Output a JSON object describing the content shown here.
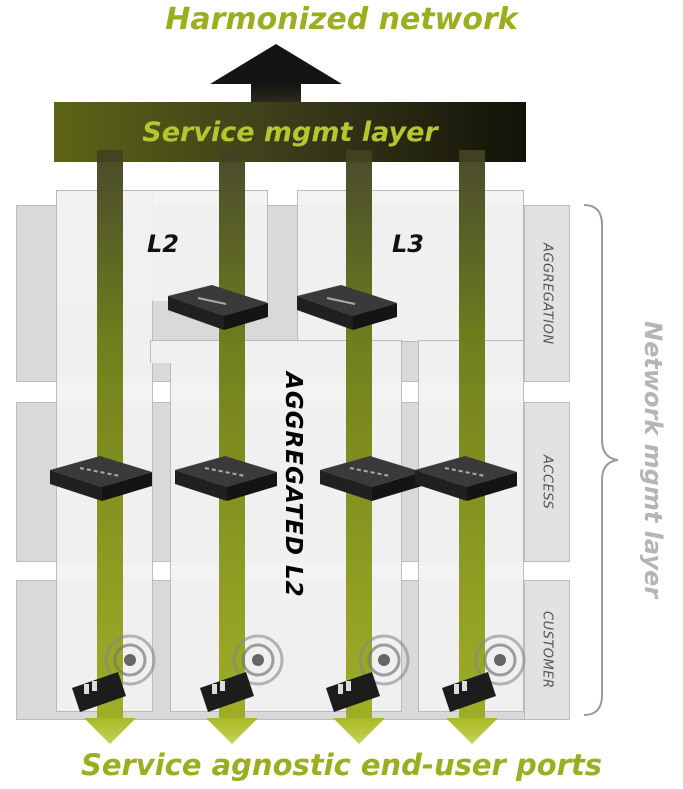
{
  "titles": {
    "top": "Harmonized network",
    "bottom": "Service agnostic end-user ports",
    "service_layer": "Service mgmt layer",
    "network_mgmt_layer": "Network mgmt layer"
  },
  "layers": [
    "AGGREGATION",
    "ACCESS",
    "CUSTOMER"
  ],
  "domains": {
    "l2": "L2",
    "l3": "L3",
    "aggregated_l2": "AGGREGATED L2"
  },
  "colors": {
    "title_green": "#9bae1f",
    "arrow_olive": "#7d8a10",
    "arrow_dark": "#2a2a18",
    "layer_gray": "#d6d6d6",
    "panel_light": "#f0f0f0"
  },
  "icons": {
    "switch": "network-switch-icon",
    "cpe": "wireless-cpe-icon"
  }
}
